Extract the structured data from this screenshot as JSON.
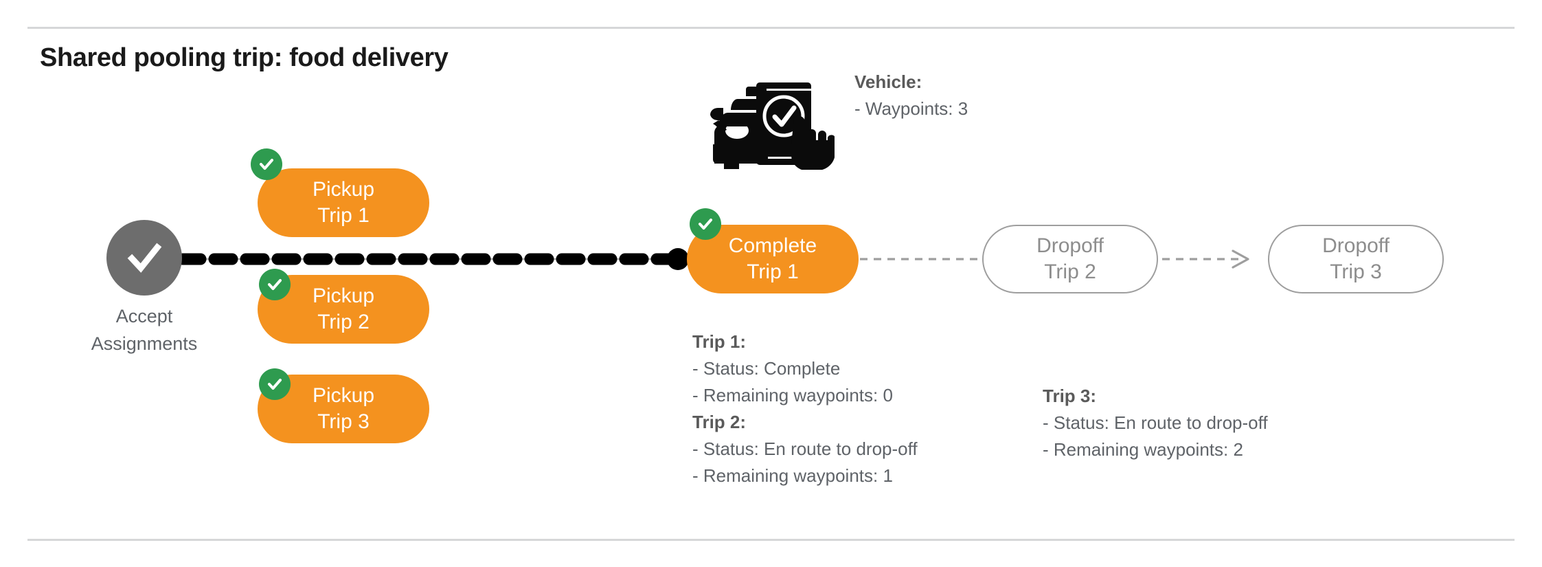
{
  "page": {
    "title": "Shared pooling trip: food delivery"
  },
  "vehicle": {
    "icon": "car-phone-check-icon",
    "label": "Vehicle:",
    "waypoints_line": "- Waypoints: 3"
  },
  "flow": {
    "start_node": {
      "icon": "check-circle-icon",
      "label": "Accept\nAssignments"
    },
    "pickups": [
      {
        "line1": "Pickup",
        "line2": "Trip 1",
        "badge": "check-badge-icon",
        "status": "done"
      },
      {
        "line1": "Pickup",
        "line2": "Trip 2",
        "badge": "check-badge-icon",
        "status": "done"
      },
      {
        "line1": "Pickup",
        "line2": "Trip 3",
        "badge": "check-badge-icon",
        "status": "done"
      }
    ],
    "complete_node": {
      "line1": "Complete",
      "line2": "Trip 1",
      "badge": "check-badge-icon",
      "status": "done"
    },
    "dropoffs": [
      {
        "line1": "Dropoff",
        "line2": "Trip 2",
        "status": "pending"
      },
      {
        "line1": "Dropoff",
        "line2": "Trip 3",
        "status": "pending"
      }
    ]
  },
  "details": {
    "trip1": {
      "title": "Trip 1:",
      "status": "- Status:  Complete",
      "waypoints": "- Remaining waypoints: 0"
    },
    "trip2": {
      "title": "Trip 2:",
      "status": "- Status:  En route to drop-off",
      "waypoints": "- Remaining waypoints: 1"
    },
    "trip3": {
      "title": "Trip 3:",
      "status": "- Status:  En route to drop-off",
      "waypoints": "- Remaining waypoints: 2"
    }
  },
  "colors": {
    "orange": "#F4921F",
    "green": "#2E9B4F",
    "gray_node": "#6d6d6d",
    "gray_text": "#5f6368",
    "gray_outline": "#9e9e9e",
    "rule": "#d6d7d8"
  }
}
